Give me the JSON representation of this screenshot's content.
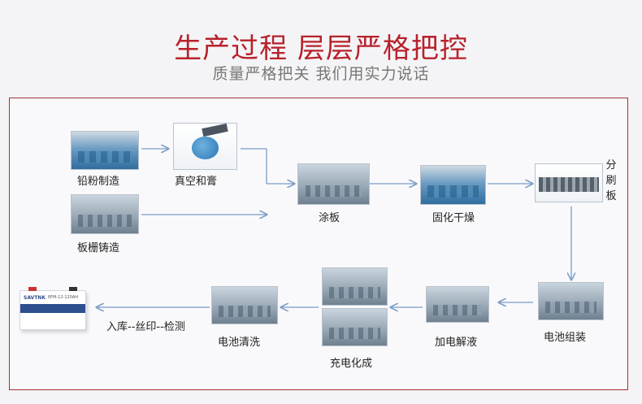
{
  "header": {
    "title": "生产过程  层层严格把控",
    "subtitle": "质量严格把关  我们用实力说话"
  },
  "steps": {
    "lead_powder": "铅粉制造",
    "vacuum_paste": "真空和膏",
    "grid_casting": "板栅铸造",
    "pasting": "涂板",
    "curing": "固化干燥",
    "plate_cutting": "分刷板",
    "assembly": "电池组装",
    "acid_filling": "加电解液",
    "formation": "充电化成",
    "cleaning": "电池清洗",
    "final": "入库--丝印--检测"
  },
  "battery": {
    "brand": "SAVTNK",
    "spec": "6FM-12-120AH"
  },
  "colors": {
    "title": "#b8212b",
    "arrow": "#7a9cc6",
    "frame": "#a23037"
  }
}
